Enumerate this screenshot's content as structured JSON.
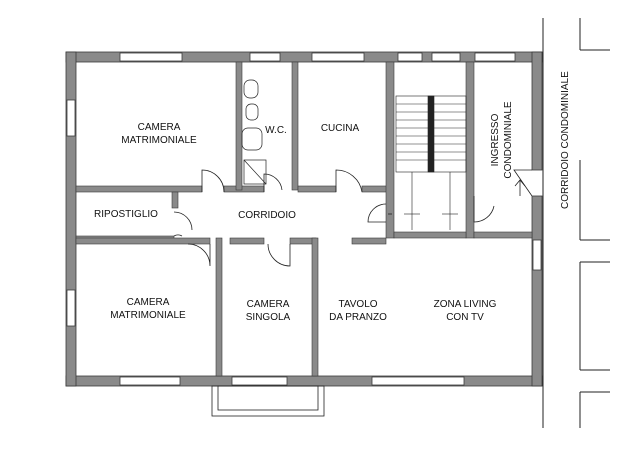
{
  "rooms": {
    "camera_matrimoniale_top": "CAMERA\nMATRIMONIALE",
    "wc": "W.C.",
    "cucina": "CUCINA",
    "ingresso_condominiale": "INGRESSO\nCONDOMINIALE",
    "ripostiglio": "RIPOSTIGLIO",
    "corridoio": "CORRIDOIO",
    "camera_matrimoniale_bottom": "CAMERA\nMATRIMONIALE",
    "camera_singola": "CAMERA\nSINGOLA",
    "tavolo_da_pranzo": "TAVOLO\nDA PRANZO",
    "zona_living": "ZONA LIVING\nCON TV"
  },
  "exterior": {
    "corridoio_condominiale": "CORRIDOIO CONDOMINIALE"
  },
  "colors": {
    "wall": "#8a8a8a",
    "wall_outline": "#3a3a3a",
    "line": "#222222",
    "background": "#ffffff"
  }
}
